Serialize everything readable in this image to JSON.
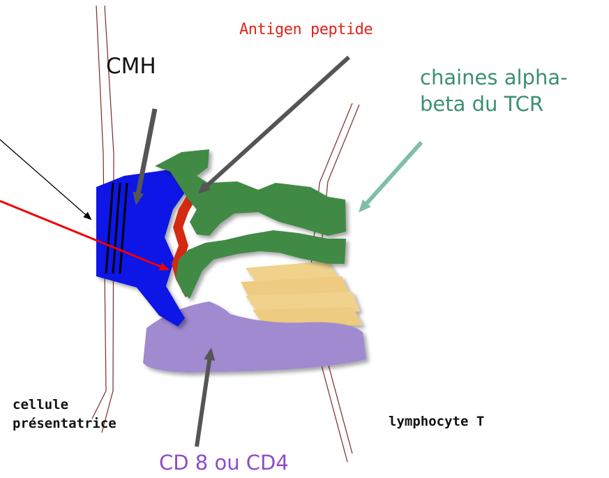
{
  "labels": {
    "cmh": "CMH",
    "antigen_peptide": "Antigen peptide",
    "tcr_line1": "chaines alpha-",
    "tcr_line2": "beta du TCR",
    "presenting_cell_line1": "cellule",
    "presenting_cell_line2": "présentatrice",
    "lymphocyte": "lymphocyte T",
    "coreceptor": "CD 8 ou CD4"
  },
  "colors": {
    "mhc": "#0a14e6",
    "peptide": "#d42a12",
    "tcr": "#3f8a45",
    "coreceptor": "#a08ad0",
    "cd3": "#f0d28c",
    "membrane": "#7a2a22",
    "pointer_gray": "#555555",
    "pointer_teal": "#7fbfa8",
    "pointer_red": "#ee0000",
    "pointer_black": "#000000"
  }
}
